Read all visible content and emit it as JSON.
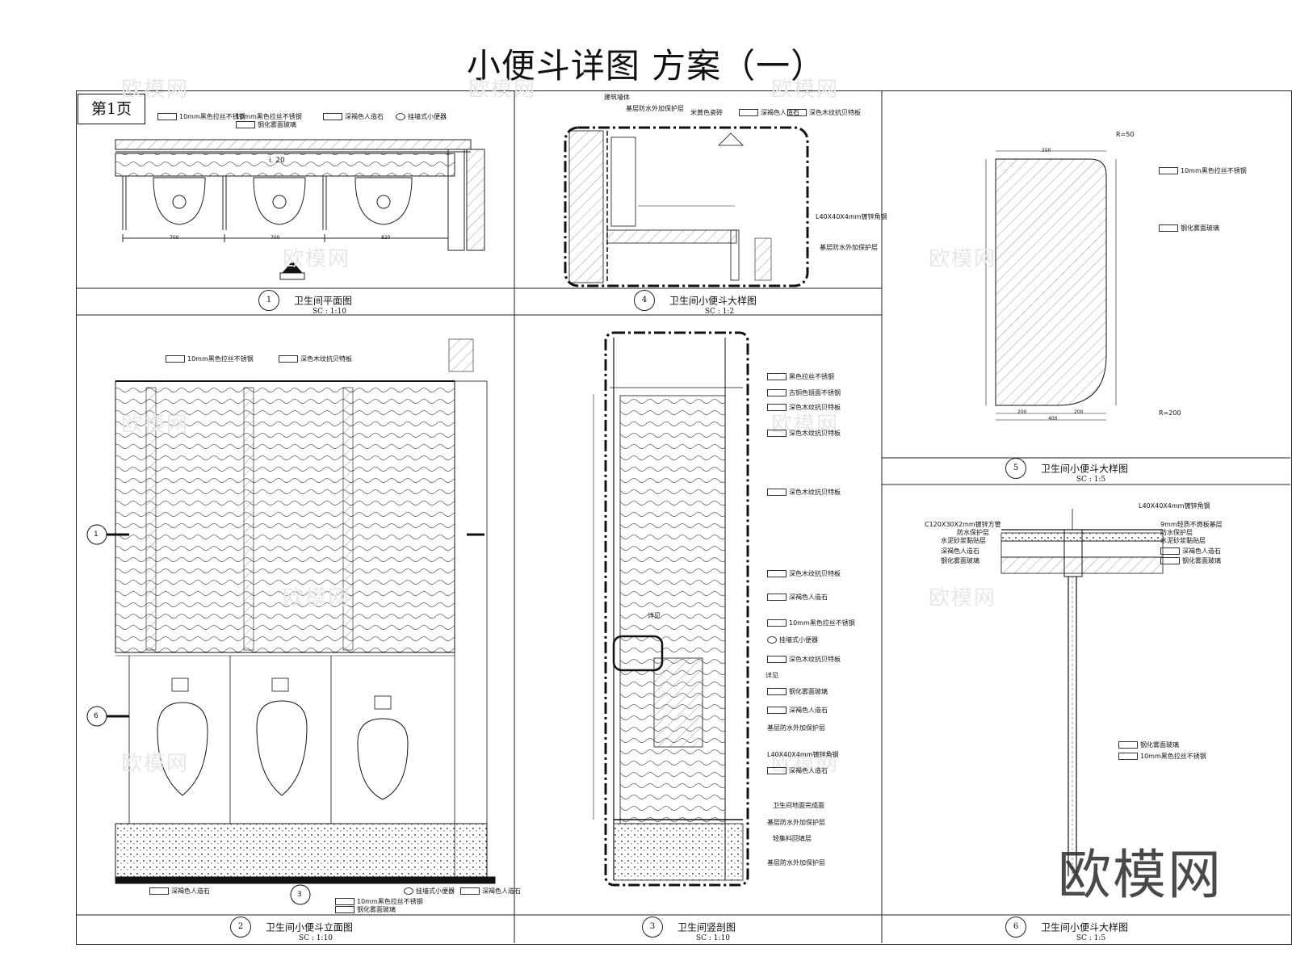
{
  "title": "小便斗详图 方案（一）",
  "page_label": "第1页",
  "watermark": "欧模网",
  "panels": {
    "p1": {
      "num": "1",
      "title": "卫生间平面图",
      "scale": "SC : 1:10",
      "labels": [
        "10mm黑色拉丝不锈钢",
        "10mm黑色拉丝不锈钢",
        "钢化雾面玻璃",
        "深褐色人造石",
        "挂墙式小便器"
      ],
      "dims": [
        "700",
        "700",
        "820",
        "i. 20"
      ]
    },
    "p4": {
      "num": "4",
      "title": "卫生间小便斗大样图",
      "scale": "SC : 1:2",
      "labels": [
        "建筑墙体",
        "基层防水外加保护层",
        "米黄色瓷砖",
        "深褐色人造石",
        "深色木纹抗贝特板",
        "L40X40X4mm镀锌角钢",
        "基层防水外加保护层"
      ]
    },
    "p5": {
      "num": "5",
      "title": "卫生间小便斗大样图",
      "scale": "SC : 1:5",
      "labels": [
        "R=50",
        "10mm黑色拉丝不锈钢",
        "钢化雾面玻璃",
        "R=200"
      ],
      "dims": [
        "200",
        "200",
        "400",
        "350"
      ]
    },
    "p2": {
      "num": "2",
      "title": "卫生间小便斗立面图",
      "scale": "SC : 1:10",
      "labels": [
        "10mm黑色拉丝不锈钢",
        "深色木纹抗贝特板",
        "深褐色人造石",
        "10mm黑色拉丝不锈钢",
        "钢化雾面玻璃",
        "挂墙式小便器",
        "深褐色人造石"
      ],
      "markers": [
        "1",
        "6",
        "3"
      ]
    },
    "p3": {
      "num": "3",
      "title": "卫生间竖剖图",
      "scale": "SC : 1:10",
      "labels": [
        "黑色拉丝不锈钢",
        "古铜色镜面不锈钢",
        "深色木纹抗贝特板",
        "深色木纹抗贝特板",
        "深色木纹抗贝特板",
        "深色木纹抗贝特板",
        "深褐色人造石",
        "10mm黑色拉丝不锈钢",
        "挂墙式小便器",
        "深色木纹抗贝特板",
        "钢化雾面玻璃",
        "深褐色人造石",
        "基层防水外加保护层",
        "L40X40X4mm镀锌角钢",
        "深褐色人造石",
        "卫生间地面完成面",
        "基层防水外加保护层",
        "轻集料回填层",
        "基层防水外加保护层"
      ],
      "notes": [
        "详见",
        "详见"
      ]
    },
    "p6": {
      "num": "6",
      "title": "卫生间小便斗大样图",
      "scale": "SC : 1:5",
      "labels_left": [
        "C120X30X2mm镀锌方管",
        "防水保护层",
        "水泥砂浆黏贴层",
        "深褐色人造石",
        "钢化雾面玻璃"
      ],
      "labels_right": [
        "L40X40X4mm镀锌角钢",
        "9mm轻质不燃板基层",
        "防水保护层",
        "水泥砂浆黏贴层",
        "深褐色人造石",
        "钢化雾面玻璃",
        "钢化雾面玻璃",
        "10mm黑色拉丝不锈钢"
      ]
    }
  }
}
